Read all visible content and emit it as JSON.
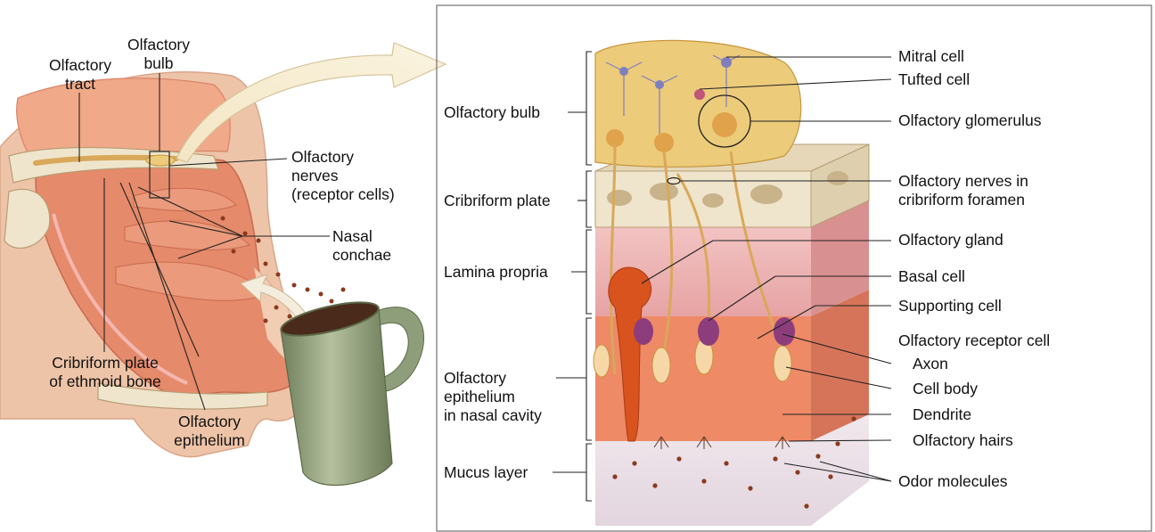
{
  "left_panel": {
    "labels": {
      "olfactory_tract": "Olfactory\ntract",
      "olfactory_bulb": "Olfactory\nbulb",
      "olfactory_nerves": "Olfactory\nnerves\n(receptor cells)",
      "nasal_conchae": "Nasal\nconchae",
      "cribriform_plate_ethmoid": "Cribriform plate\nof ethmoid bone",
      "olfactory_epithelium": "Olfactory\nepithelium"
    }
  },
  "right_panel": {
    "left_labels": {
      "olfactory_bulb": "Olfactory bulb",
      "cribriform_plate": "Cribriform plate",
      "lamina_propria": "Lamina propria",
      "olfactory_epithelium": "Olfactory\nepithelium\nin nasal cavity",
      "mucus_layer": "Mucus layer"
    },
    "right_labels": {
      "mitral_cell": "Mitral cell",
      "tufted_cell": "Tufted cell",
      "olfactory_glomerulus": "Olfactory glomerulus",
      "olfactory_nerves_foramen": "Olfactory nerves in\ncribriform foramen",
      "olfactory_gland": "Olfactory gland",
      "basal_cell": "Basal cell",
      "supporting_cell": "Supporting cell",
      "olfactory_receptor_cell": "Olfactory receptor cell",
      "axon": "Axon",
      "cell_body": "Cell body",
      "dendrite": "Dendrite",
      "olfactory_hairs": "Olfactory hairs",
      "odor_molecules": "Odor molecules"
    }
  },
  "colors": {
    "skin": "#eec4a8",
    "flesh": "#e58a6a",
    "bone": "#efe5cc",
    "bulb": "#eccb7a",
    "nerve": "#d9a85a",
    "epithelium": "#ee8a66",
    "receptor": "#f6d8a8",
    "basal": "#8d3d7c",
    "gland": "#d9531f",
    "mucus": "#eadfe6",
    "dot": "#8a3a1e",
    "mug": "#8f9e7a"
  }
}
